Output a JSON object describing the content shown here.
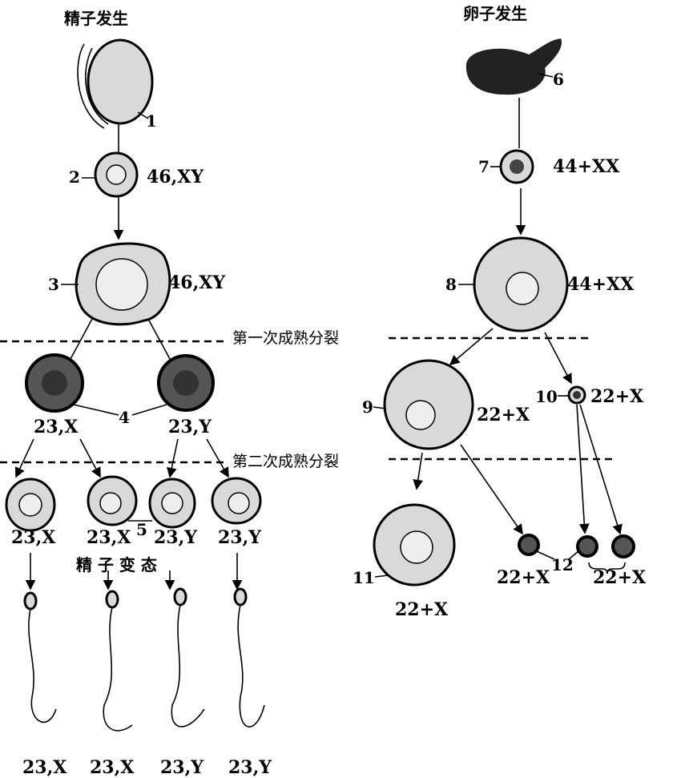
{
  "headers": {
    "left": "精子发生",
    "right": "卵子发生"
  },
  "divisions": {
    "first": "第一次成熟分裂",
    "second": "第二次成熟分裂"
  },
  "metamorphosis": "精 子 变 态",
  "numbers": {
    "n1": "1",
    "n2": "2",
    "n3": "3",
    "n4": "4",
    "n5": "5",
    "n6": "6",
    "n7": "7",
    "n8": "8",
    "n9": "9",
    "n10": "10",
    "n11": "11",
    "n12": "12"
  },
  "karyotypes": {
    "cell2": "46,XY",
    "cell3": "46,XY",
    "cell4a": "23,X",
    "cell4b": "23,Y",
    "cell5a": "23,X",
    "cell5b": "23,X",
    "cell5c": "23,Y",
    "cell5d": "23,Y",
    "sperm1": "23,X",
    "sperm2": "23,X",
    "sperm3": "23,Y",
    "sperm4": "23,Y",
    "cell7": "44+XX",
    "cell8": "44+XX",
    "cell9": "22+X",
    "cell10": "22+X",
    "cell11": "22+X",
    "polar1": "22+X",
    "polar23": "22+X"
  }
}
